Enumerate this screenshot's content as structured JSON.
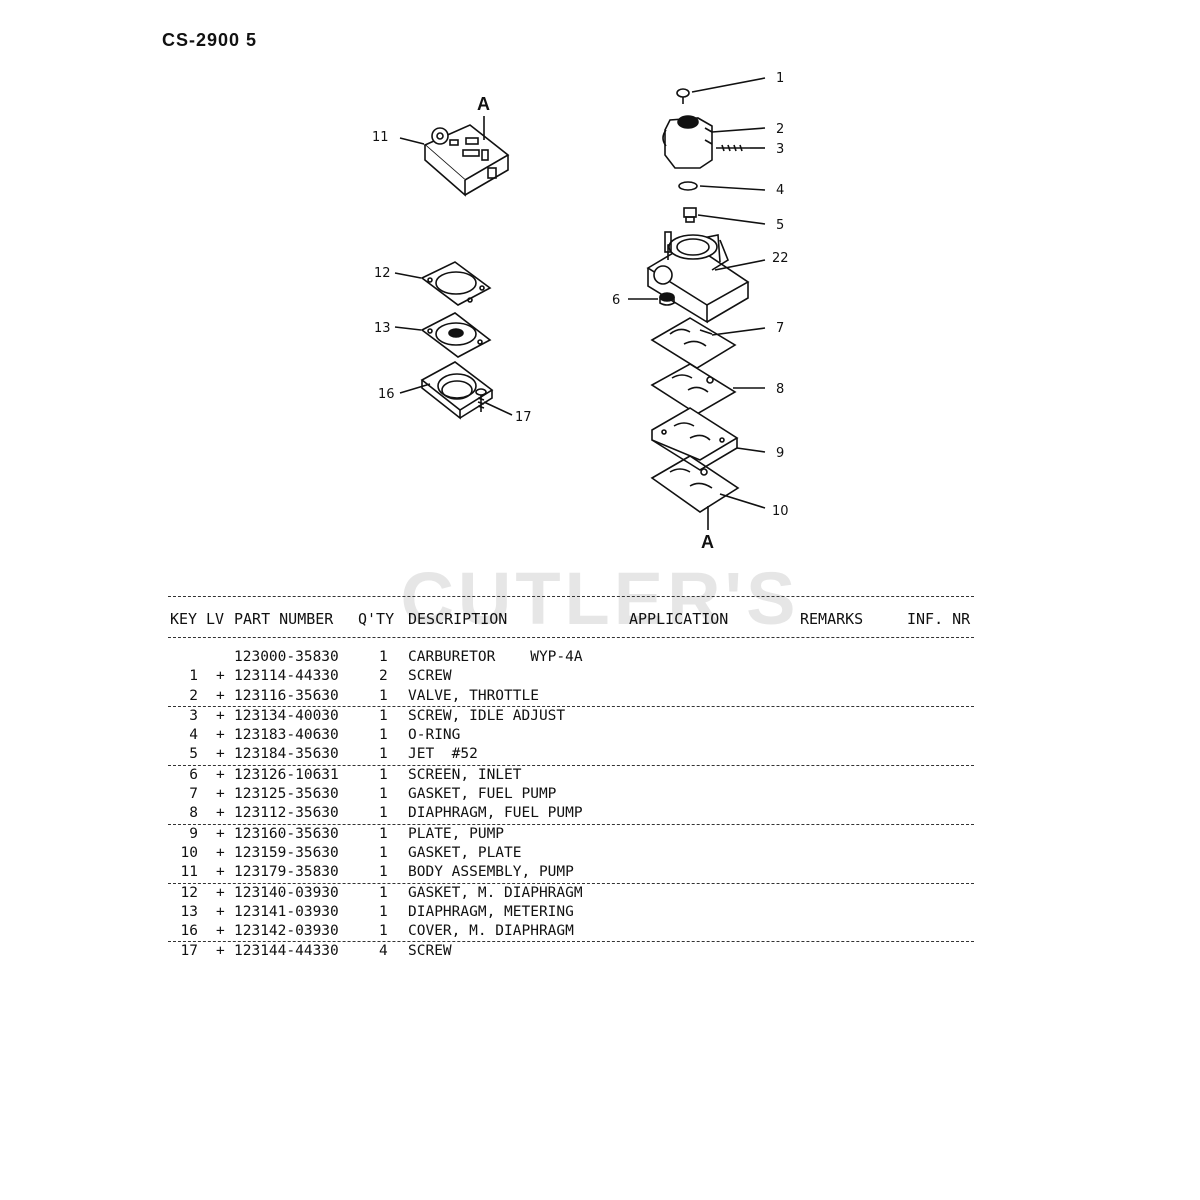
{
  "header": {
    "title": "CS-2900 5"
  },
  "watermark": "CUTLER'S",
  "diagram": {
    "callouts": [
      "1",
      "2",
      "3",
      "4",
      "5",
      "22",
      "6",
      "7",
      "8",
      "9",
      "10",
      "11",
      "12",
      "13",
      "16",
      "17"
    ],
    "ref_letter": "A"
  },
  "table": {
    "headers": {
      "key": "KEY",
      "lv": "LV",
      "part_number": "PART NUMBER",
      "qty": "Q'TY",
      "description": "DESCRIPTION",
      "application": "APPLICATION",
      "remarks": "REMARKS",
      "inf_nr": "INF. NR"
    },
    "rows": [
      {
        "key": "",
        "lv": "",
        "part_number": "123000-35830",
        "qty": "1",
        "description": "CARBURETOR    WYP-4A"
      },
      {
        "key": "1",
        "lv": "+",
        "part_number": "123114-44330",
        "qty": "2",
        "description": "SCREW"
      },
      {
        "key": "2",
        "lv": "+",
        "part_number": "123116-35630",
        "qty": "1",
        "description": "VALVE, THROTTLE"
      },
      {
        "key": "3",
        "lv": "+",
        "part_number": "123134-40030",
        "qty": "1",
        "description": "SCREW, IDLE ADJUST"
      },
      {
        "key": "4",
        "lv": "+",
        "part_number": "123183-40630",
        "qty": "1",
        "description": "O-RING"
      },
      {
        "key": "5",
        "lv": "+",
        "part_number": "123184-35630",
        "qty": "1",
        "description": "JET  #52"
      },
      {
        "key": "6",
        "lv": "+",
        "part_number": "123126-10631",
        "qty": "1",
        "description": "SCREEN, INLET"
      },
      {
        "key": "7",
        "lv": "+",
        "part_number": "123125-35630",
        "qty": "1",
        "description": "GASKET, FUEL PUMP"
      },
      {
        "key": "8",
        "lv": "+",
        "part_number": "123112-35630",
        "qty": "1",
        "description": "DIAPHRAGM, FUEL PUMP"
      },
      {
        "key": "9",
        "lv": "+",
        "part_number": "123160-35630",
        "qty": "1",
        "description": "PLATE, PUMP"
      },
      {
        "key": "10",
        "lv": "+",
        "part_number": "123159-35630",
        "qty": "1",
        "description": "GASKET, PLATE"
      },
      {
        "key": "11",
        "lv": "+",
        "part_number": "123179-35830",
        "qty": "1",
        "description": "BODY ASSEMBLY, PUMP"
      },
      {
        "key": "12",
        "lv": "+",
        "part_number": "123140-03930",
        "qty": "1",
        "description": "GASKET, M. DIAPHRAGM"
      },
      {
        "key": "13",
        "lv": "+",
        "part_number": "123141-03930",
        "qty": "1",
        "description": "DIAPHRAGM, METERING"
      },
      {
        "key": "16",
        "lv": "+",
        "part_number": "123142-03930",
        "qty": "1",
        "description": "COVER, M. DIAPHRAGM"
      },
      {
        "key": "17",
        "lv": "+",
        "part_number": "123144-44330",
        "qty": "4",
        "description": "SCREW"
      }
    ]
  }
}
